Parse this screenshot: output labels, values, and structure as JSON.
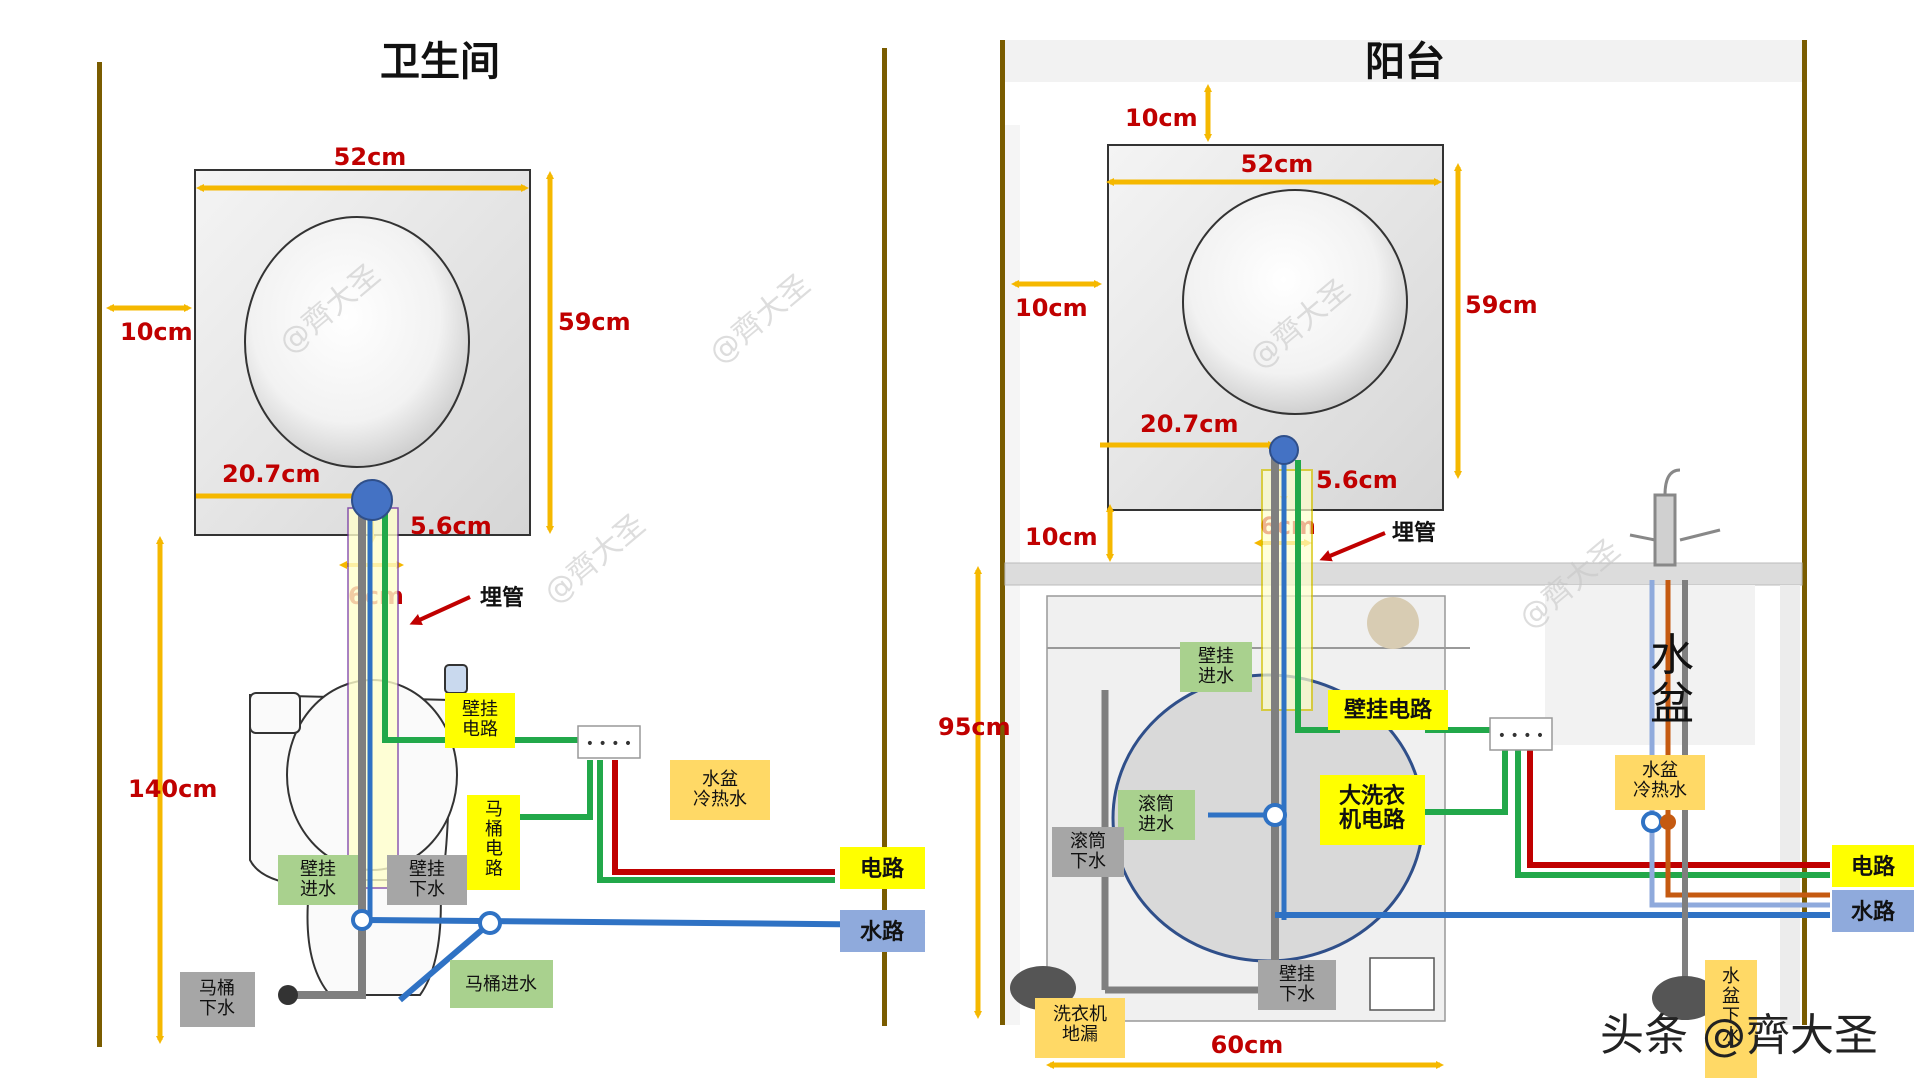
{
  "bathroom": {
    "title": "卫生间",
    "dims": {
      "width": "52cm",
      "height": "59cm",
      "side_gap": "10cm",
      "outlet_offset": "20.7cm",
      "pipe_offset": "5.6cm",
      "pipe_width": "6cm",
      "floor_height": "140cm"
    },
    "labels": {
      "buried_pipe": "埋管",
      "wall_power": "壁挂\n电路",
      "toilet_power": "马\n桶\n电\n路",
      "basin_water": "水盆\n冷热水",
      "power": "电路",
      "water": "水路",
      "wall_inlet": "壁挂\n进水",
      "wall_drain": "壁挂\n下水",
      "toilet_drain": "马桶\n下水",
      "toilet_inlet": "马桶进水"
    }
  },
  "balcony": {
    "title": "阳台",
    "dims": {
      "top_gap": "10cm",
      "width": "52cm",
      "side_gap": "10cm",
      "height": "59cm",
      "outlet_offset": "20.7cm",
      "pipe_offset": "5.6cm",
      "pipe_width": "6cm",
      "bottom_gap": "10cm",
      "floor_height": "95cm",
      "washer_width": "60cm"
    },
    "labels": {
      "buried_pipe": "埋管",
      "wall_inlet": "壁挂\n进水",
      "wall_power": "壁挂电路",
      "drum_inlet": "滚筒\n进水",
      "drum_drain": "滚筒\n下水",
      "washer_power": "大洗衣\n机电路",
      "wall_drain": "壁挂\n下水",
      "floor_drain": "洗衣机\n地漏",
      "basin": "水\n盆",
      "basin_water": "水盆\n冷热水",
      "basin_drain": "水\n盆\n下\n水",
      "power": "电路",
      "water": "水路"
    }
  },
  "watermark": "@齊大圣",
  "credit": "头条 @齊大圣",
  "colors": {
    "dimension": "#f5b800",
    "dim_text": "#c00000",
    "power_line": "#c00000",
    "green_line": "#22a84a",
    "water_line": "#2f72c4",
    "wall": "#7a5c00",
    "label_yellow": "#ffff00",
    "label_green": "#a9d18e",
    "label_gray": "#a6a6a6",
    "label_blue": "#8faadc",
    "label_orange": "#ffd966"
  }
}
